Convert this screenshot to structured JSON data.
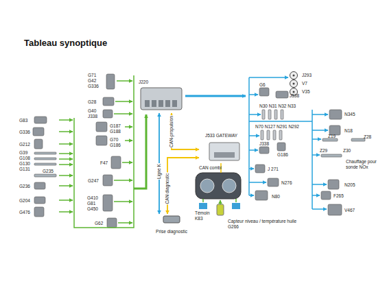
{
  "diagram": {
    "title": "Tableau synoptique",
    "nodes": [
      {
        "text": [
          "J220"
        ]
      },
      {
        "text": [
          "J533 GATEWAY"
        ]
      },
      {
        "text": [
          "Prise diagnostic"
        ]
      },
      {
        "text": [
          "Capteur niveau / température huile G266"
        ]
      }
    ],
    "edges": [
      {
        "from": 0,
        "to": 1,
        "arrow": "both",
        "label": "CAN-propulsion"
      },
      {
        "from": 0,
        "to": 2,
        "arrow": "both",
        "label": "Ligne K"
      },
      {
        "from": 1,
        "to": 2,
        "arrow": "both",
        "label": "CAN diagnostic"
      }
    ],
    "labels": [
      "G83",
      "G336",
      "G212",
      "G39",
      "G108",
      "G130",
      "G131",
      "G235",
      "G236",
      "G204",
      "G476",
      "G71",
      "G42",
      "G336",
      "G28",
      "G40",
      "J338",
      "G187",
      "G188",
      "G70",
      "G186",
      "F47",
      "G247",
      "G410",
      "G81",
      "G450",
      "G62",
      "CAN combi",
      "Témoin K83",
      "J293",
      "V7",
      "V35",
      "G6",
      "J538",
      "N30 N31 N32 N33",
      "N70 N127 N291 N292",
      "J338",
      "G186",
      "J 271",
      "N276",
      "N80",
      "N345",
      "N18",
      "Z19",
      "Z28",
      "Z29",
      "Z30",
      "Chauffage pour sonde NOx",
      "N205",
      "F265",
      "V467"
    ]
  }
}
